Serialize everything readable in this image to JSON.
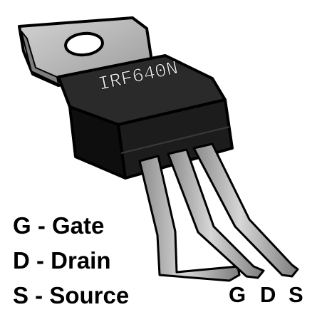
{
  "component": {
    "part_number": "IRF640N"
  },
  "legend": {
    "gate": "G - Gate",
    "drain": "D - Drain",
    "source": "S - Source"
  },
  "pins": {
    "gate": "G",
    "drain": "D",
    "source": "S"
  },
  "colors": {
    "body": "#1e1e1e",
    "body_side": "#0c0c0c",
    "tab": "#b4b4b4",
    "leads": "#b8b8b8",
    "outline": "#000000"
  }
}
